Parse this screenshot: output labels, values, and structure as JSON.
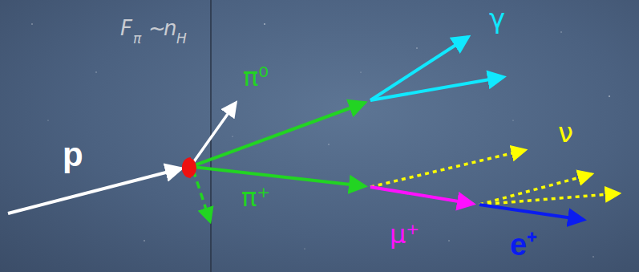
{
  "diagram": {
    "labels": [
      "F",
      "π",
      "~",
      "n",
      "H",
      "p",
      "π⁰",
      "γ",
      "π⁺",
      "ν",
      "μ⁺",
      "e⁺"
    ]
  }
}
